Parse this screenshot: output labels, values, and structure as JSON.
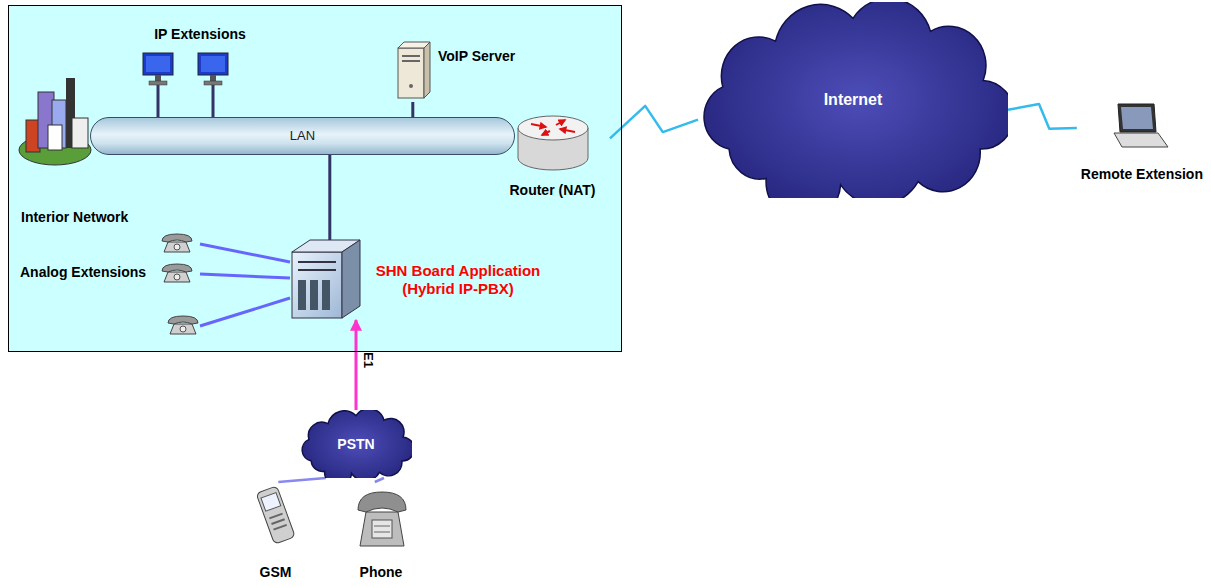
{
  "diagram": {
    "nodes": [
      {
        "text": [
          "Interior Network"
        ]
      },
      {
        "text": [
          "LAN"
        ],
        "in": 0
      },
      {
        "text": [
          "Router (NAT)"
        ],
        "in": 0
      },
      {
        "text": [
          "VoIP Server"
        ],
        "in": 0
      },
      {
        "text": [
          "IP Extensions"
        ],
        "in": 0
      },
      {
        "text": [
          "SHN Board Application (Hybrid IP-PBX)"
        ],
        "in": 0
      },
      {
        "text": [
          "Analog Extensions"
        ],
        "in": 0
      },
      {
        "text": [
          "Internet"
        ]
      },
      {
        "text": [
          "Remote Extension"
        ]
      },
      {
        "text": [
          "PSTN"
        ]
      },
      {
        "text": [
          "GSM"
        ]
      },
      {
        "text": [
          "Phone"
        ]
      }
    ],
    "edges": [
      {
        "from": 4,
        "to": 1,
        "arrow": "none"
      },
      {
        "from": 4,
        "to": 1,
        "arrow": "none"
      },
      {
        "from": 3,
        "to": 1,
        "arrow": "none"
      },
      {
        "from": 5,
        "to": 1,
        "arrow": "none"
      },
      {
        "from": 6,
        "to": 5,
        "arrow": "none"
      },
      {
        "from": 6,
        "to": 5,
        "arrow": "none"
      },
      {
        "from": 6,
        "to": 5,
        "arrow": "none"
      },
      {
        "from": 2,
        "to": 7,
        "arrow": "none"
      },
      {
        "from": 7,
        "to": 8,
        "arrow": "none"
      },
      {
        "from": 9,
        "to": 5,
        "label": "E1",
        "arrow": "to"
      },
      {
        "from": 10,
        "to": 9,
        "arrow": "none"
      },
      {
        "from": 11,
        "to": 9,
        "arrow": "none"
      }
    ]
  }
}
